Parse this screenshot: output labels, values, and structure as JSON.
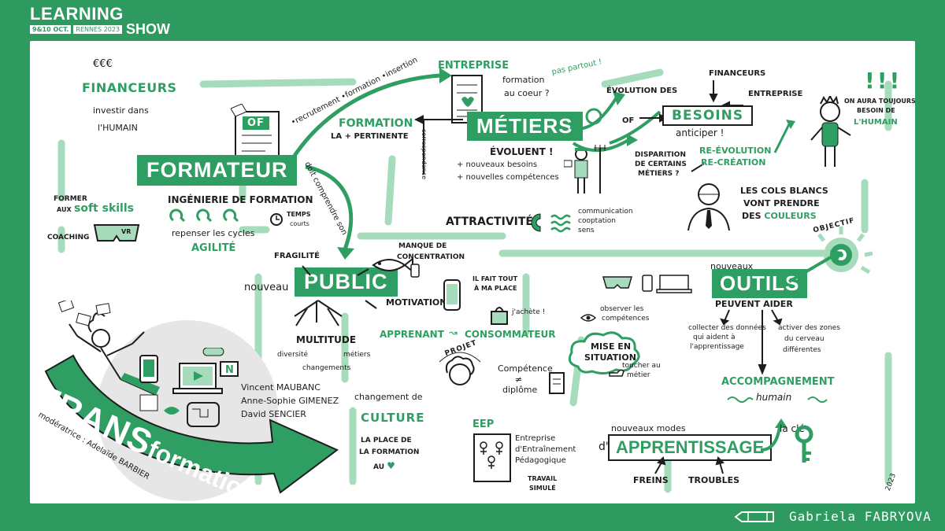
{
  "brand": {
    "line1": "LEARNING",
    "date": "9&10 OCT.",
    "city": "RENNES 2023",
    "line2": "SHOW"
  },
  "signature": {
    "author": "Gabriela FABRYOVA",
    "mark": "2023"
  },
  "colors": {
    "green": "#2f9e62",
    "frame": "#2e9a5f",
    "light_green": "#9fd6b4",
    "ink": "#1d1d1d"
  },
  "financeurs_left": {
    "eee": "€€€",
    "title": "FINANCEURS",
    "line1": "investir dans",
    "line2": "l'HUMAIN"
  },
  "of": {
    "label": "OF"
  },
  "formateur": {
    "title": "FORMATEUR",
    "arrow_top": "•recrutement •formation •insertion",
    "arrow_down": "doit comprendre son"
  },
  "ingenierie": {
    "title": "INGÉNIERIE DE FORMATION",
    "line": "repenser les cycles",
    "agilite": "AGILITÉ",
    "temps": "TEMPS",
    "courts": "courts"
  },
  "soft_skills": {
    "former": "FORMER",
    "aux": "AUX",
    "soft": "soft skills",
    "coaching": "COACHING",
    "vr": "VR"
  },
  "entreprise": {
    "title": "ENTREPRISE",
    "pas_partout": "pas partout !",
    "formation": "formation",
    "au_coeur": "au coeur ?"
  },
  "formation_pertinente": {
    "title": "FORMATION",
    "line": "LA + PERTINENTE",
    "correspondance": "correspondance"
  },
  "metiers": {
    "title": "MÉTIERS",
    "evoluent": "ÉVOLUENT !",
    "b1": "+ nouveaux besoins",
    "b2": "+ nouvelles compétences"
  },
  "besoins": {
    "financeurs": "FINANCEURS",
    "entreprise": "ENTREPRISE",
    "evolution": "ÉVOLUTION DES",
    "of": "OF",
    "title": "BESOINS",
    "anticiper": "anticiper !"
  },
  "disparition": {
    "l1": "DISPARITION",
    "l2": "DE CERTAINS",
    "l3": "MÉTIERS ?",
    "re1": "RE-ÉVOLUTION",
    "re2": "RE-CRÉATION"
  },
  "humain": {
    "excl": "!!!",
    "l1": "ON AURA TOUJOURS",
    "l2": "BESOIN DE",
    "l3": "L'HUMAIN"
  },
  "cols_blancs": {
    "l1": "LES COLS BLANCS",
    "l2": "VONT PRENDRE",
    "l3_pre": "DES",
    "l3_g": "COULEURS"
  },
  "attractivite": {
    "title": "ATTRACTIVITÉ",
    "c1": "communication",
    "c2": "cooptation",
    "c3": "sens"
  },
  "public": {
    "fragilite": "FRAGILITÉ",
    "nouveau": "nouveau",
    "title": "PUBLIC",
    "manque1": "MANQUE DE",
    "manque2": "CONCENTRATION",
    "motivation": "MOTIVATION",
    "fait1": "IL FAIT TOUT",
    "fait2": "À MA PLACE",
    "multitude": "MULTITUDE",
    "diversite": "diversité",
    "changements": "changements",
    "metiers": "métiers",
    "achete": "j'achète !",
    "apprenant": "APPRENANT",
    "consommateur": "CONSOMMATEUR"
  },
  "objectif": {
    "label": "OBJECTIF"
  },
  "outils": {
    "nouveaux": "nouveaux",
    "title": "OUTILS",
    "peuvent": "PEUVENT AIDER",
    "c1": "collecter des données",
    "c2": "qui aident à",
    "c3": "l'apprentissage",
    "a1": "activer des zones",
    "a2": "du cerveau",
    "a3": "différentes"
  },
  "mise_en_situation": {
    "obs1": "observer les",
    "obs2": "compétences",
    "title1": "MISE EN",
    "title2": "SITUATION",
    "toucher1": "toucher au",
    "toucher2": "métier",
    "projet": "PROJET",
    "competence": "Compétence",
    "neq": "≠",
    "diplome": "diplôme"
  },
  "accompagnement": {
    "title": "ACCOMPAGNEMENT",
    "humain": "humain"
  },
  "apprentissage": {
    "nouveaux": "nouveaux modes",
    "d": "d'",
    "title": "APPRENTISSAGE",
    "la_cle": "la clé",
    "freins": "FREINS",
    "troubles": "TROUBLES"
  },
  "culture": {
    "changement": "changement de",
    "title": "CULTURE",
    "l1": "LA PLACE DE",
    "l2": "LA FORMATION",
    "l3": "AU"
  },
  "eep": {
    "title": "EEP",
    "e1": "Entreprise",
    "e2": "d'Entraînement",
    "e3": "Pédagogique",
    "tr1": "TRAVAIL",
    "tr2": "SIMULÉ"
  },
  "transformation": {
    "trans": "TRANS",
    "formation": "formation",
    "moderatrice": "modératrice : Adelaïde BARBIER"
  },
  "speakers": [
    "Vincent MAUBANC",
    "Anne-Sophie GIMENEZ",
    "David SENCIER"
  ]
}
